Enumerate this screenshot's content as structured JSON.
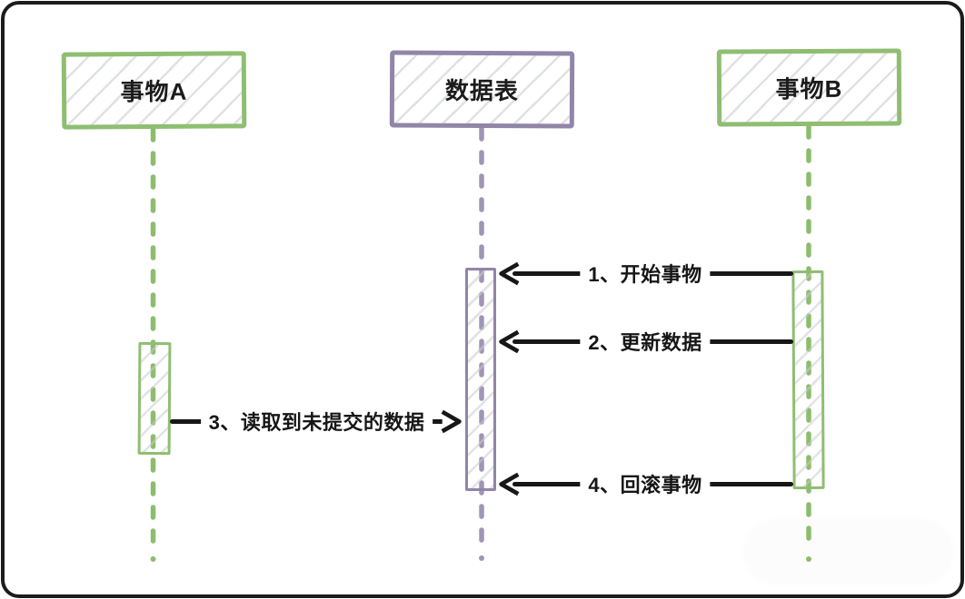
{
  "diagram": {
    "type": "sequence-diagram",
    "style": "hand-drawn",
    "actors": [
      {
        "label": "事物A",
        "color": "#8fbe72"
      },
      {
        "label": "数据表",
        "color": "#9185a8"
      },
      {
        "label": "事物B",
        "color": "#8fbe72"
      }
    ],
    "messages": [
      {
        "order": "1",
        "label": "1、开始事物",
        "from": "事物B",
        "to": "数据表",
        "direction": "left"
      },
      {
        "order": "2",
        "label": "2、更新数据",
        "from": "事物B",
        "to": "数据表",
        "direction": "left"
      },
      {
        "order": "3",
        "label": "3、读取到未提交的数据",
        "from": "事物A",
        "to": "数据表",
        "direction": "right"
      },
      {
        "order": "4",
        "label": "4、回滚事物",
        "from": "事物B",
        "to": "数据表",
        "direction": "left"
      }
    ],
    "colors": {
      "green": "#8cbd6d",
      "purple": "#a195b6",
      "arrow": "#171717",
      "hatch": "#dfe2e5",
      "background": "#ffffff",
      "frame": "#1c1c1c"
    }
  }
}
